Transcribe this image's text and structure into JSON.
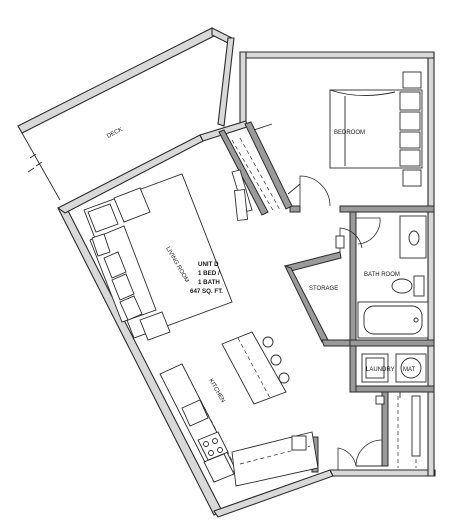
{
  "rooms": {
    "deck": "DECK",
    "bedroom": "BEDROOM",
    "living_room": "LIVING ROOM",
    "bath_room": "BATH ROOM",
    "storage": "STORAGE",
    "laundry": "LAUNDRY",
    "mat": "MAT",
    "kitchen": "KITCHEN"
  },
  "unit_info": {
    "name": "UNIT D",
    "bed": "1 BED /",
    "bath": "1 BATH",
    "area": "647 SQ. FT."
  }
}
